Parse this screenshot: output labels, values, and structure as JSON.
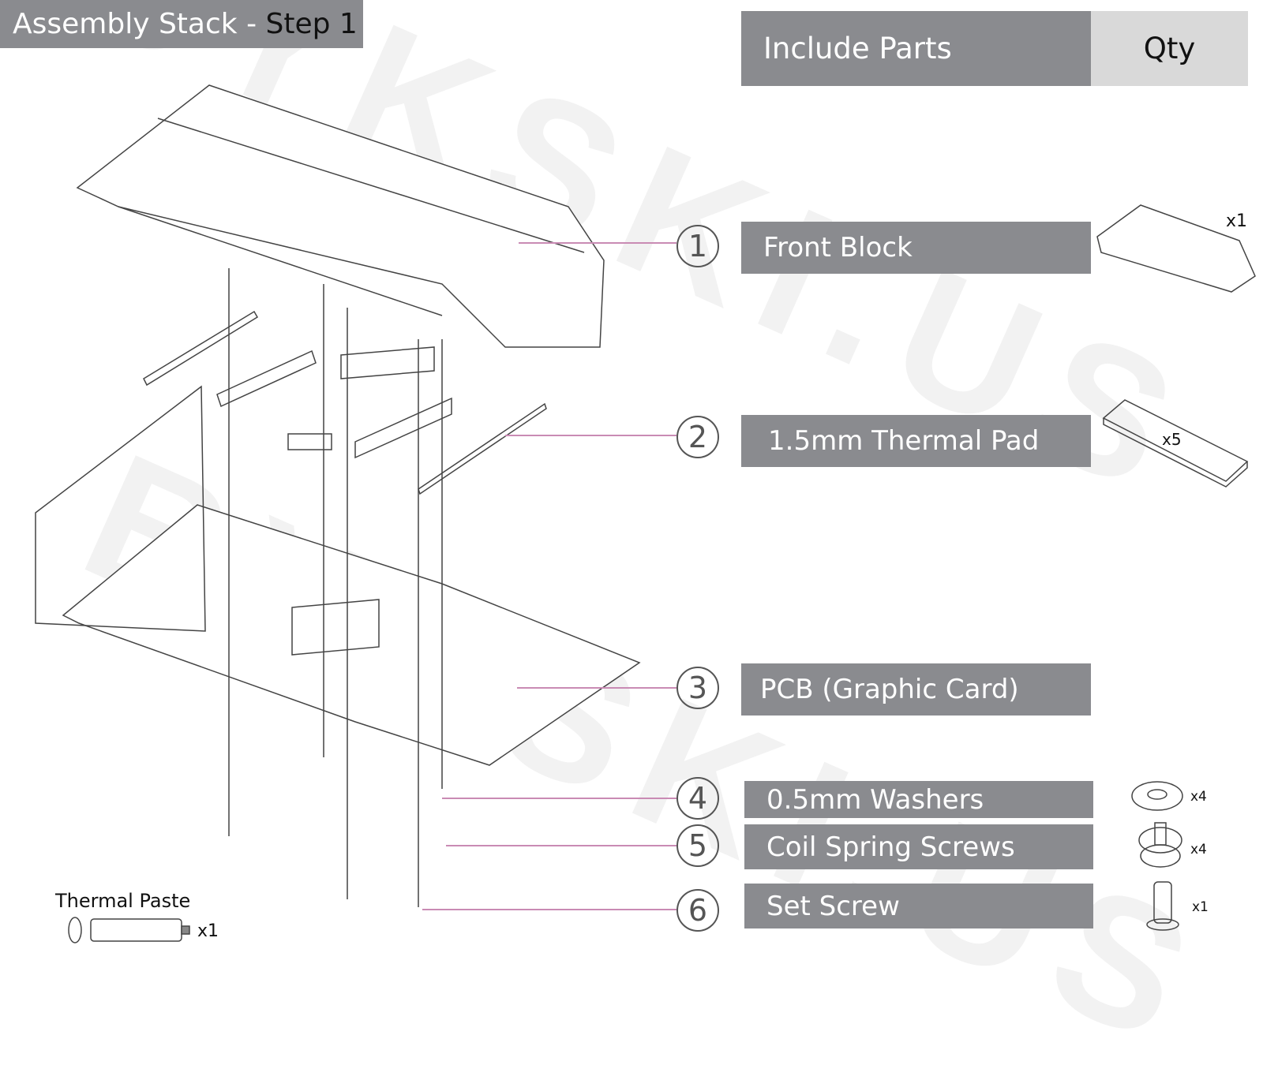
{
  "header": {
    "title_prefix": "Assembly Stack - ",
    "title_step": "Step 1"
  },
  "parts_table": {
    "header_parts": "Include Parts",
    "header_qty": "Qty",
    "items": [
      {
        "num": "1",
        "name": "Front Block",
        "qty": "x1",
        "icon": "front-block-icon"
      },
      {
        "num": "2",
        "name": "1.5mm Thermal Pad",
        "qty": "x5",
        "icon": "thermal-pad-icon"
      },
      {
        "num": "3",
        "name": "PCB (Graphic Card)",
        "qty": "",
        "icon": ""
      },
      {
        "num": "4",
        "name": "0.5mm Washers",
        "qty": "x4",
        "icon": "washer-icon"
      },
      {
        "num": "5",
        "name": "Coil Spring Screws",
        "qty": "x4",
        "icon": "coil-spring-screw-icon"
      },
      {
        "num": "6",
        "name": "Set Screw",
        "qty": "x1",
        "icon": "set-screw-icon"
      }
    ]
  },
  "extras": {
    "thermal_paste_label": "Thermal Paste",
    "thermal_paste_qty": "x1"
  },
  "watermark": "BYKSKI.US",
  "colors": {
    "bar": "#8a8b8f",
    "qty_header": "#d9d9d9",
    "leader": "#c98bb4"
  }
}
